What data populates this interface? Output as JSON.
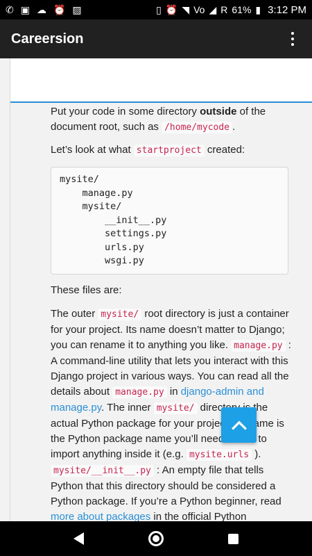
{
  "status_bar": {
    "battery": "61%",
    "time": "3:12 PM",
    "carrier_letter": "R",
    "icons": [
      "whatsapp-icon",
      "sim-icon",
      "cloud-icon",
      "alarm-icon",
      "image-icon",
      "vibrate-icon",
      "alarm-icon",
      "wifi-icon",
      "volte-icon",
      "signal-icon",
      "battery-icon"
    ],
    "volte_text": "Vo"
  },
  "app_bar": {
    "title": "Careersion"
  },
  "article": {
    "p1": {
      "before": "Put your code in some directory ",
      "bold": "outside",
      "after": " of the document root, such as ",
      "code": "/home/mycode",
      "end": "."
    },
    "p2": {
      "before": "Let’s look at what ",
      "code": "startproject",
      "after": " created:"
    },
    "code_block": "mysite/\n    manage.py\n    mysite/\n        __init__.py\n        settings.py\n        urls.py\n        wsgi.py",
    "p3": "These files are:",
    "p4": {
      "t1": "The outer ",
      "c1": "mysite/",
      "t2": " root directory is just a container for your project. Its name doesn’t matter to Django; you can rename it to anything you like. ",
      "c2": "manage.py",
      "t3": " : A command-line utility that lets you interact with this Django project in various ways. You can read all the details about ",
      "c3": "manage.py",
      "t4": " in ",
      "link1": "django-admin and manage.py",
      "t5": ". The inner ",
      "c4": "mysite/",
      "t6": " directory is the actual Python package for your project. Its name is the Python package name you’ll need to use to import anything inside it (e.g. ",
      "c5": "mysite.urls",
      "t7": " ). ",
      "c6": "mysite/__init__.py",
      "t8": " : An empty file that tells Python that this directory should be considered a Python package. If you’re a Python beginner, read ",
      "link2": "more about packages",
      "t9": " in the official Python"
    }
  }
}
